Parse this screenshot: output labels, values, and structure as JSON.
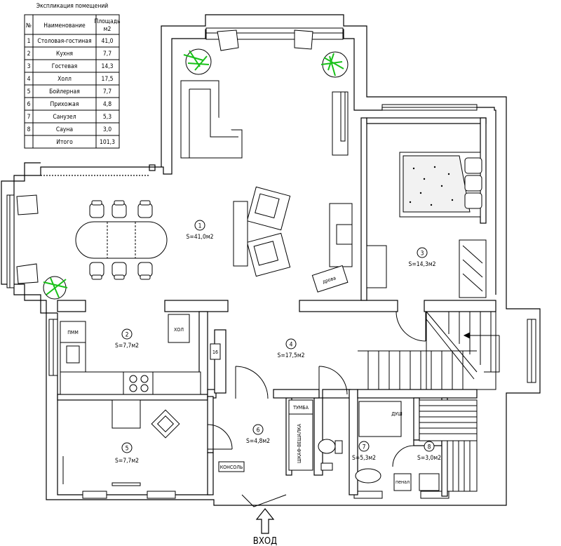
{
  "explication": {
    "title": "Экспликация помещений",
    "headers": {
      "num": "№",
      "name": "Наименование",
      "area_line1": "Площадь",
      "area_line2": "м2"
    },
    "rows": [
      {
        "num": "1",
        "name": "Столовая-гостиная",
        "area": "41,0"
      },
      {
        "num": "2",
        "name": "Кухня",
        "area": "7,7"
      },
      {
        "num": "3",
        "name": "Гостевая",
        "area": "14,3"
      },
      {
        "num": "4",
        "name": "Холл",
        "area": "17,5"
      },
      {
        "num": "5",
        "name": "Бойлерная",
        "area": "7,7"
      },
      {
        "num": "6",
        "name": "Прихожая",
        "area": "4,8"
      },
      {
        "num": "7",
        "name": "Санузел",
        "area": "5,3"
      },
      {
        "num": "8",
        "name": "Сауна",
        "area": "3,0"
      }
    ],
    "total": {
      "name": "Итого",
      "area": "101,3"
    }
  },
  "rooms": [
    {
      "num": "1",
      "area": "S=41,0м2"
    },
    {
      "num": "2",
      "area": "S=7,7м2"
    },
    {
      "num": "3",
      "area": "S=14,3м2"
    },
    {
      "num": "4",
      "area": "S=17,5м2"
    },
    {
      "num": "5",
      "area": "S=7,7м2"
    },
    {
      "num": "6",
      "area": "S=4,8м2"
    },
    {
      "num": "7",
      "area": "S=5,3м2"
    },
    {
      "num": "8",
      "area": "S=3,0м2"
    }
  ],
  "furniture_labels": {
    "pmm": "ПММ",
    "hol": "ХОЛ",
    "fridge16": "16",
    "drova": "дрова",
    "tumba": "ТУМБА",
    "shkaf": "ШКАФ-ВЕШАЛКА",
    "konsol": "КОНСОЛЬ",
    "dush": "ДУШ",
    "penal": "пенал"
  },
  "entrance": {
    "label": "ВХОД"
  }
}
